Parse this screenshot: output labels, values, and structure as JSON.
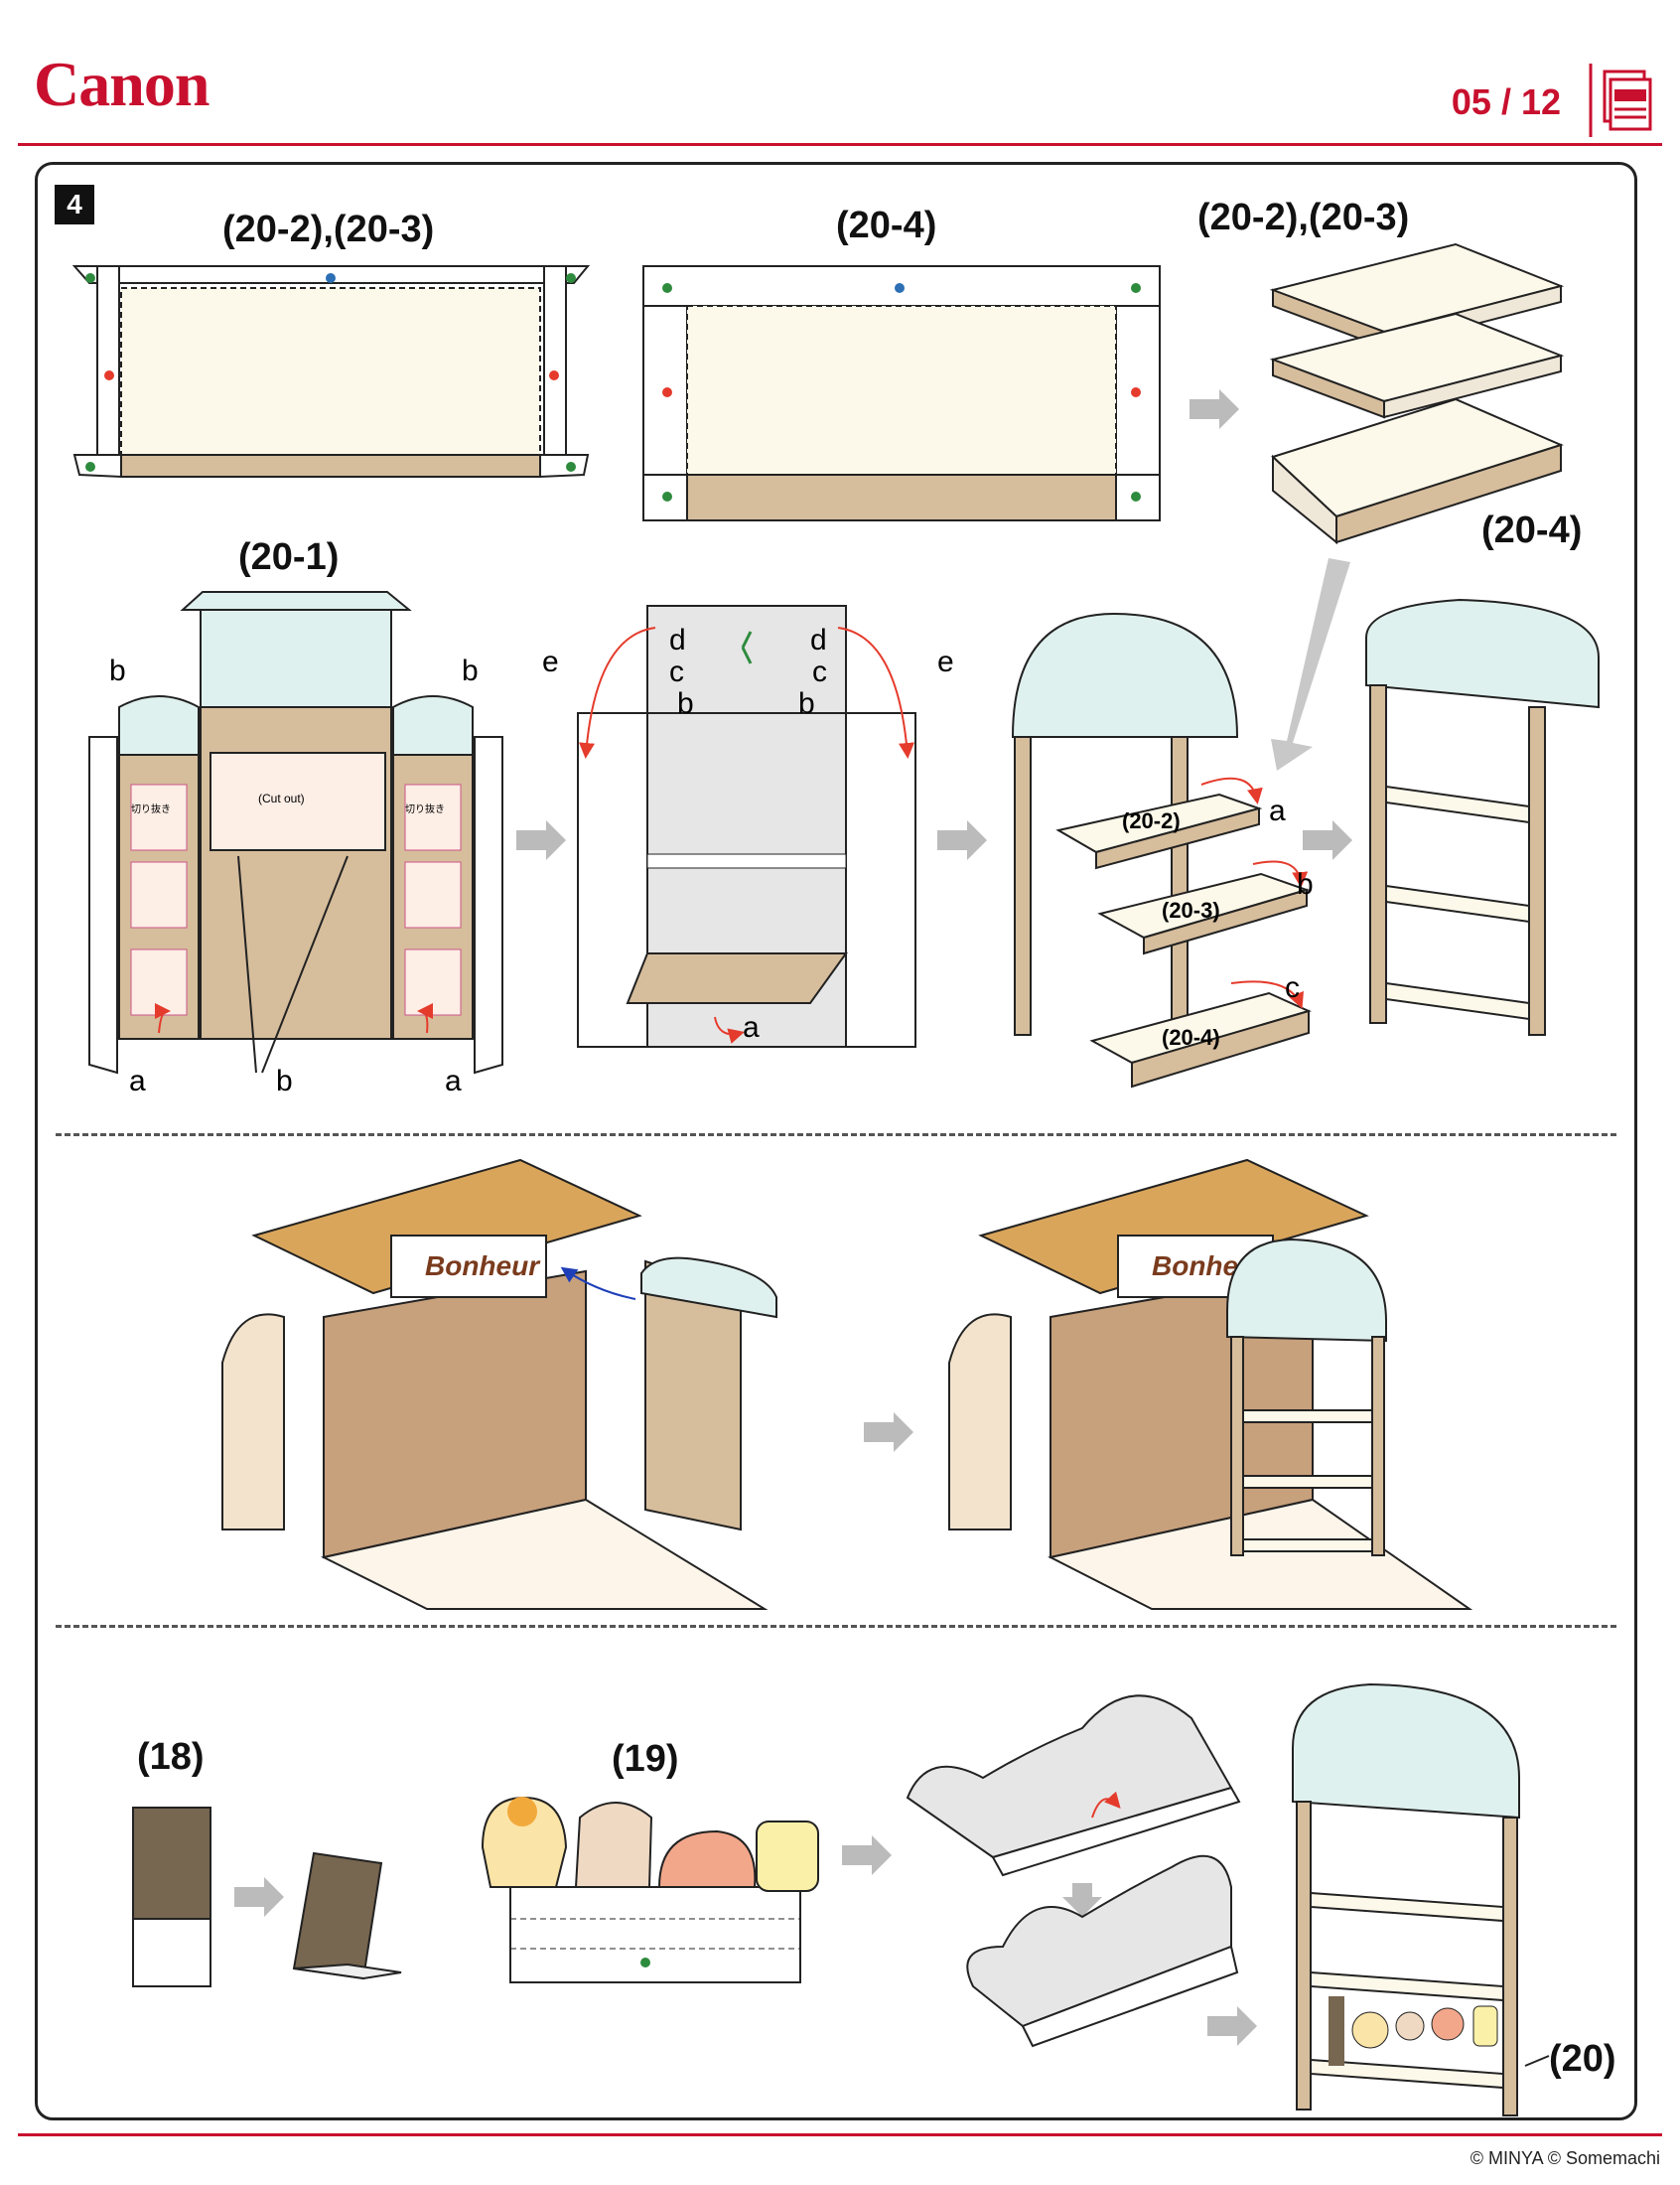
{
  "header": {
    "brand": "Canon",
    "page": "05 / 12"
  },
  "step": "4",
  "labels": {
    "shelf_23_a": "(20-2),(20-3)",
    "shelf_4_a": "(20-4)",
    "shelf_23_b": "(20-2),(20-3)",
    "shelf_4_b": "(20-4)",
    "frame_1": "(20-1)",
    "part_18": "(18)",
    "part_19": "(19)",
    "part_20": "(20)"
  },
  "assembly": {
    "inner_202": "(20-2)",
    "inner_203": "(20-3)",
    "inner_204": "(20-4)",
    "letters": {
      "a": "a",
      "b": "b",
      "c": "c",
      "d": "d",
      "e": "e"
    },
    "cutout_jp": "切り抜き",
    "cutout_en": "(Cut out)"
  },
  "sign_text": "Bonheur",
  "footer": "© MINYA  © Somemachi",
  "colors": {
    "brand": "#c8102e",
    "cream": "#fdf9ea",
    "tan": "#d6bd9c",
    "mint": "#dff1ee",
    "wood": "#d9a55b"
  }
}
